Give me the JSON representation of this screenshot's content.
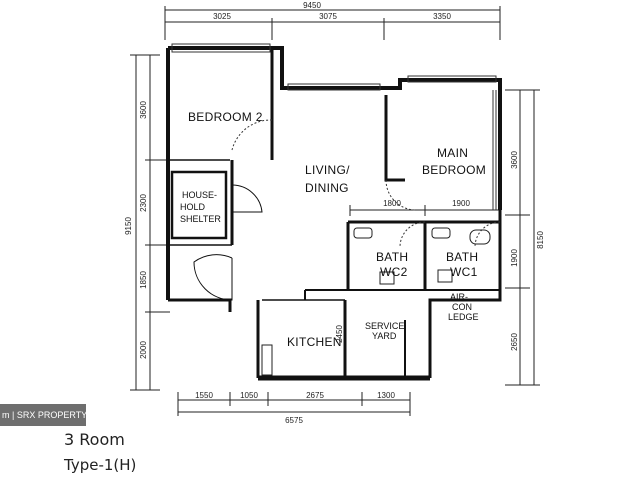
{
  "dimensions": {
    "top_total": "9450",
    "top_segments": [
      "3025",
      "3075",
      "3350"
    ],
    "left_total": "9150",
    "left_segments": [
      "3600",
      "2300",
      "1850",
      "2000"
    ],
    "right_total": "8150",
    "right_segments": [
      "3600",
      "1900",
      "2650"
    ],
    "bottom_segments": [
      "1550",
      "1050",
      "2675",
      "1300"
    ],
    "bottom_total": "6575",
    "bath_segments": [
      "1800",
      "1900"
    ],
    "kitchen_depth": "2450"
  },
  "rooms": {
    "bedroom2": "BEDROOM 2",
    "living_line1": "LIVING/",
    "living_line2": "DINING",
    "main_line1": "MAIN",
    "main_line2": "BEDROOM",
    "shelter_line1": "HOUSE-",
    "shelter_line2": "HOLD",
    "shelter_line3": "SHELTER",
    "bath2_line1": "BATH",
    "bath2_line2": "WC2",
    "bath1_line1": "BATH",
    "bath1_line2": "WC1",
    "aircon_line1": "AIR-",
    "aircon_line2": "CON",
    "aircon_line3": "LEDGE",
    "kitchen": "KITCHEN",
    "service_line1": "SERVICE",
    "service_line2": "YARD"
  },
  "watermark": "m | SRX PROPERTY",
  "caption": {
    "line1": "3 Room",
    "line2": "Type-1(H)"
  }
}
